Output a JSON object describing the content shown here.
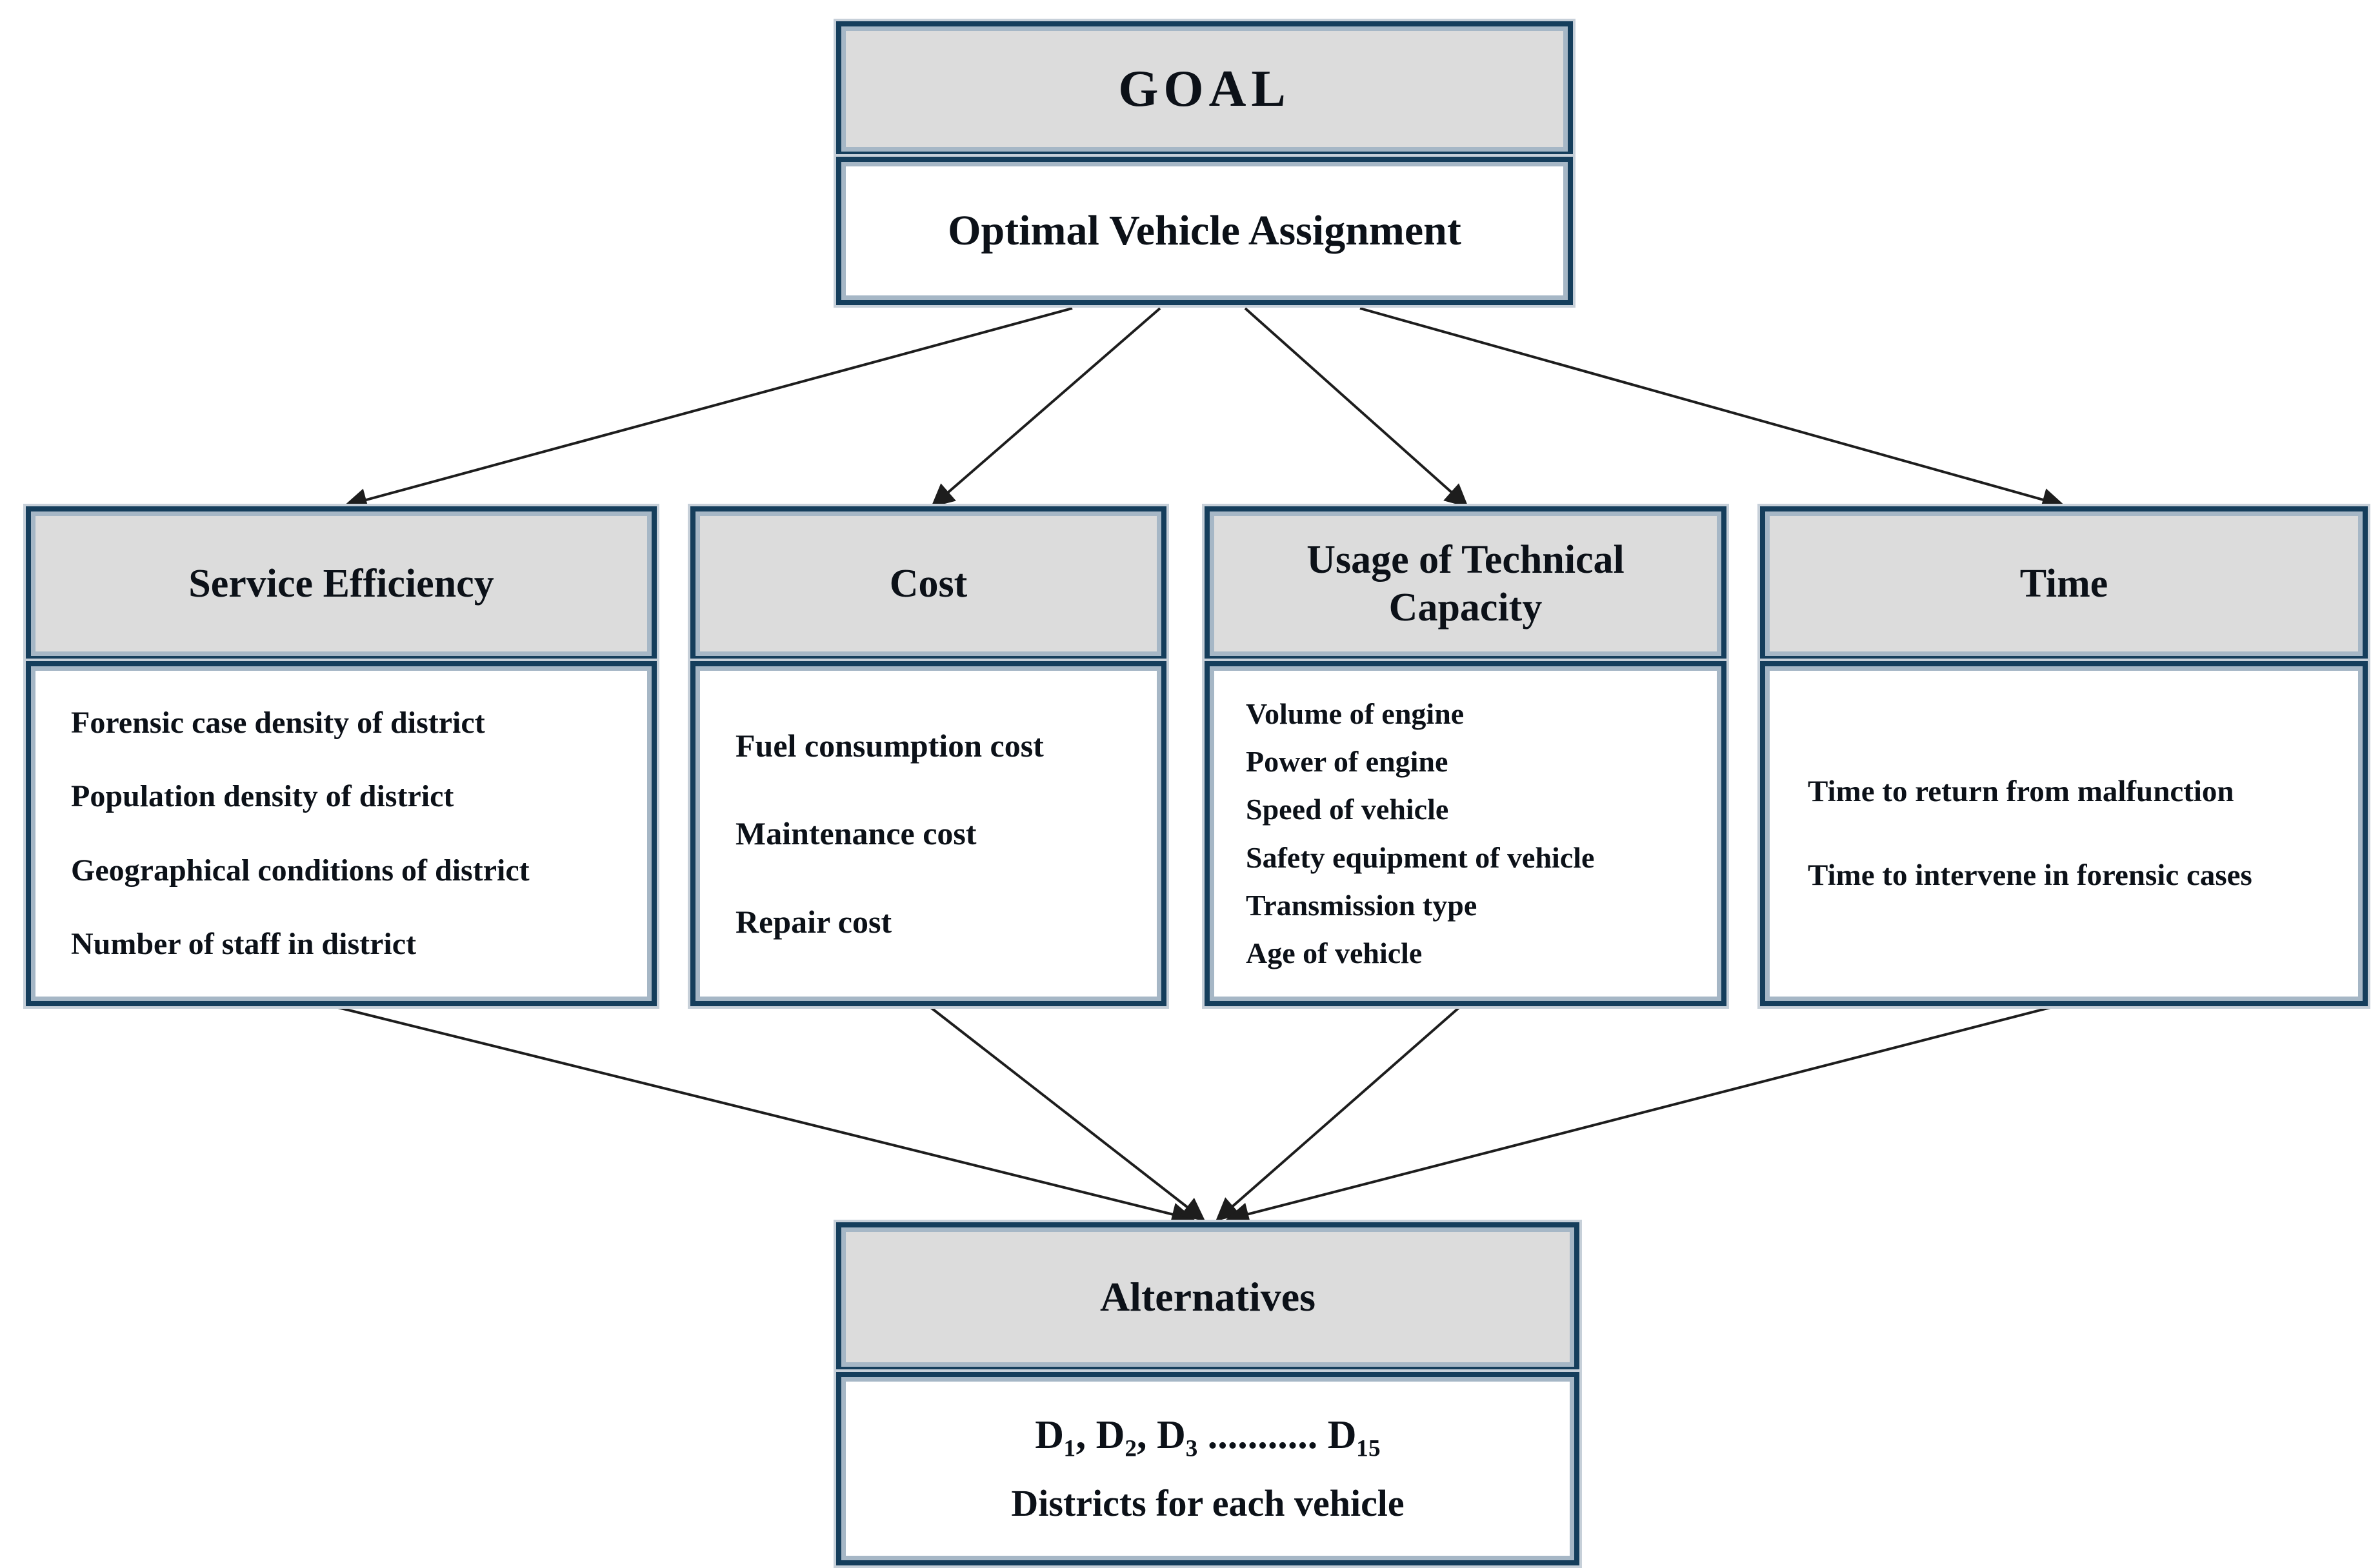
{
  "diagram": {
    "goal": {
      "header": "GOAL",
      "body": "Optimal Vehicle Assignment"
    },
    "criteria": [
      {
        "header": "Service Efficiency",
        "items": [
          "Forensic case density of district",
          "Population density of district",
          "Geographical conditions of district",
          "Number of staff in district"
        ]
      },
      {
        "header": "Cost",
        "items": [
          "Fuel consumption cost",
          "Maintenance cost",
          "Repair cost"
        ]
      },
      {
        "header": "Usage of Technical Capacity",
        "items": [
          "Volume of engine",
          "Power of engine",
          "Speed of vehicle",
          "Safety equipment of vehicle",
          "Transmission type",
          "Age of vehicle"
        ]
      },
      {
        "header": "Time",
        "items": [
          "Time to return from malfunction",
          "Time to intervene in forensic cases"
        ]
      }
    ],
    "alternatives": {
      "header": "Alternatives",
      "line1": "D₁, D₂, D₃ ........... D₁₅",
      "line2": "Districts for each vehicle"
    },
    "colors": {
      "border_navy": "#153e5c",
      "inner_edge": "#a6b7c6",
      "outer_edge": "#c7d0d9",
      "header_fill": "#dcdcdc",
      "body_fill": "#ffffff",
      "arrow": "#1d1d1d",
      "text": "#0c1118"
    }
  }
}
